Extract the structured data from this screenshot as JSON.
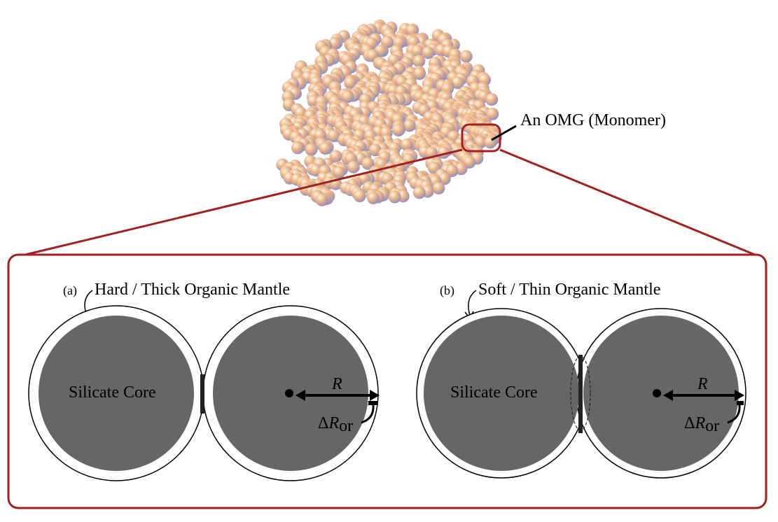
{
  "aggregate": {
    "monomer_callout": "An OMG (Monomer)",
    "particle_colors": [
      "#e9b07e",
      "#f3c79a",
      "#c9a0b6",
      "#a9a3c4",
      "#d79b8a",
      "#f0c890"
    ],
    "highlight_color": "#a32020"
  },
  "panel_a": {
    "tag": "(a)",
    "title": "Hard / Thick Organic Mantle",
    "core_label": "Silicate Core",
    "radius_symbol": "R",
    "mantle_symbol_delta": "Δ",
    "mantle_symbol_r": "R",
    "mantle_symbol_sub": "or"
  },
  "panel_b": {
    "tag": "(b)",
    "title": "Soft / Thin Organic Mantle",
    "core_label": "Silicate Core",
    "radius_symbol": "R",
    "mantle_symbol_delta": "Δ",
    "mantle_symbol_r": "R",
    "mantle_symbol_sub": "or"
  },
  "colors": {
    "core": "#666666",
    "frame": "#a32020",
    "outline": "#000000"
  }
}
